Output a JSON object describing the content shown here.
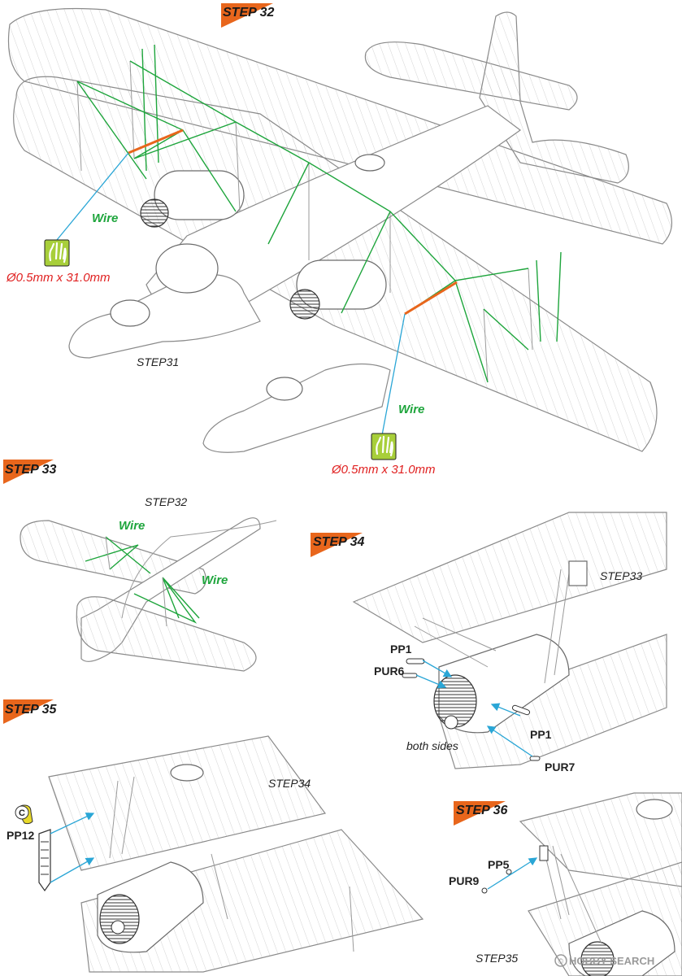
{
  "steps": {
    "s32": "STEP 32",
    "s33": "STEP 33",
    "s34": "STEP 34",
    "s35": "STEP 35",
    "s36": "STEP 36"
  },
  "refs": {
    "step31": "STEP31",
    "step32": "STEP32",
    "step33": "STEP33",
    "step34": "STEP34",
    "step35": "STEP35"
  },
  "wire": {
    "label": "Wire",
    "dimension": "Ø0.5mm x 31.0mm"
  },
  "parts": {
    "pp1": "PP1",
    "pur6": "PUR6",
    "pur7": "PUR7",
    "pp12": "PP12",
    "pp5": "PP5",
    "pur9": "PUR9",
    "c_marker": "C"
  },
  "notes": {
    "both_sides": "both sides"
  },
  "watermark": "HOBBY SEARCH",
  "colors": {
    "wire_green": "#1ea53c",
    "dimension_red": "#e02020",
    "step_orange": "#e8661c",
    "arrow_blue": "#2aa6d6",
    "hand_icon_bg": "#a8cf3a"
  },
  "icons": [
    "hand-icon",
    "hobby-search-logo-icon"
  ]
}
